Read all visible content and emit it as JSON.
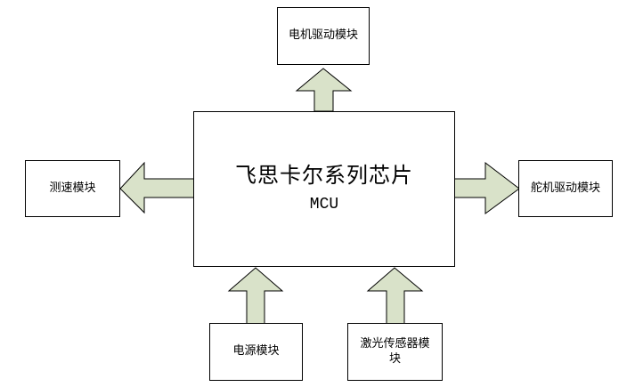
{
  "diagram": {
    "center": {
      "title": "飞思卡尔系列芯片",
      "subtitle": "MCU"
    },
    "modules": {
      "motor_driver": "电机驱动模块",
      "speed_sensor": "测速模块",
      "servo_driver": "舵机驱动模块",
      "power": "电源模块",
      "laser_sensor": "激光传感器模块"
    },
    "colors": {
      "arrow_fill": "#d9e2c9",
      "stroke": "#000000",
      "background": "#ffffff"
    }
  }
}
